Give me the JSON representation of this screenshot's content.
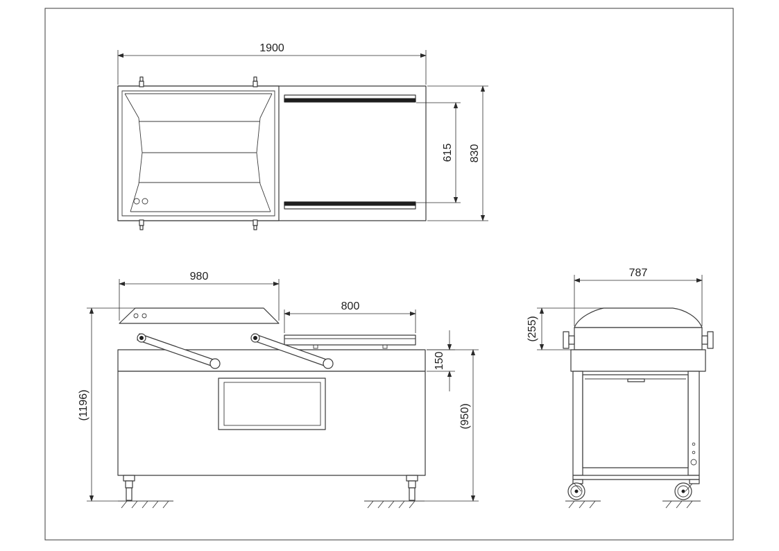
{
  "dimensions": {
    "top_view": {
      "overall_length": "1900",
      "bar_spacing": "615",
      "overall_depth": "830"
    },
    "front_view": {
      "chamber_width": "980",
      "bar_length": "800",
      "worktop_thickness": "150",
      "overall_height": "(1196)",
      "worktop_height": "(950)"
    },
    "side_view": {
      "overall_width": "787",
      "lid_height": "(255)"
    }
  },
  "colors": {
    "line": "#3a3a3a",
    "seal_bar": "#1e1e1e",
    "background": "#ffffff"
  }
}
